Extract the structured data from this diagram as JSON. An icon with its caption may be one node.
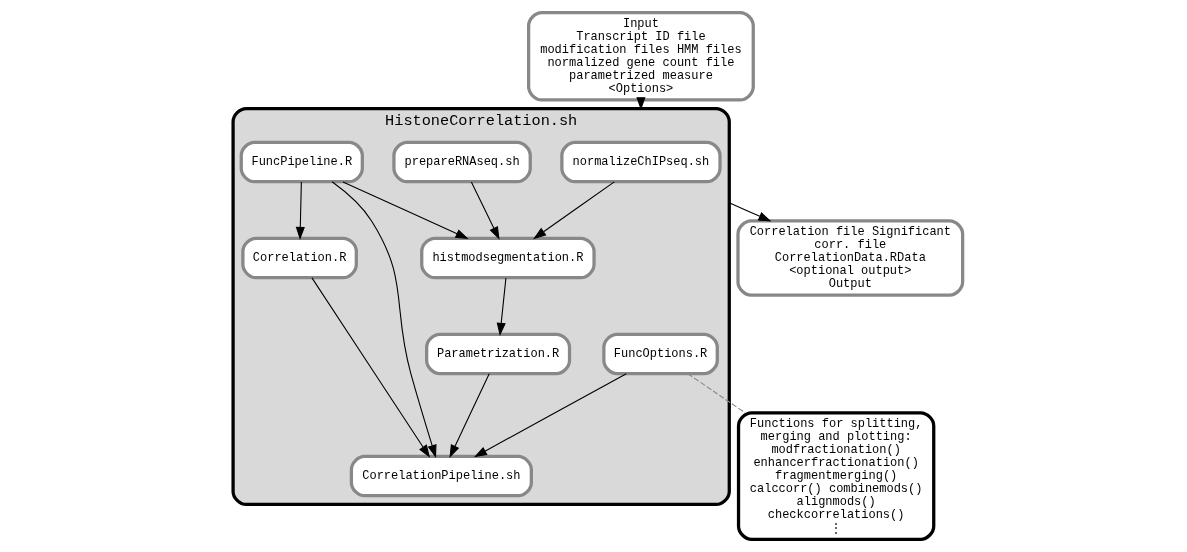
{
  "diagram": {
    "nodes": [
      {
        "text": [
          "Input",
          "Transcript ID file modification files HMM files normalized gene count file parametrized measure <Options>"
        ]
      },
      {
        "text": [
          "HistoneCorrelation.sh"
        ]
      },
      {
        "text": [
          "normalizeChIPseq.sh"
        ],
        "in": 1
      },
      {
        "text": [
          "prepareRNAseq.sh"
        ],
        "in": 1
      },
      {
        "text": [
          "histmodsegmentation.R"
        ],
        "in": 1
      },
      {
        "text": [
          "FuncPipeline.R"
        ],
        "in": 1
      },
      {
        "text": [
          "Parametrization.R"
        ],
        "in": 1
      },
      {
        "text": [
          "Correlation.R"
        ],
        "in": 1
      },
      {
        "text": [
          "FuncOptions.R"
        ],
        "in": 1
      },
      {
        "text": [
          "CorrelationPipeline.sh"
        ],
        "in": 1
      },
      {
        "text": [
          "Functions for splitting, merging and plotting:",
          "modfractionation() enhancerfractionation() fragmentmerging() calccorr() combinemods() alignmods() checkcorrelations()",
          "⋮"
        ]
      },
      {
        "text": [
          "Correlation file Significant corr. file CorrelationData.RData <optional output>",
          "Output"
        ]
      }
    ],
    "edges": [
      {
        "from": 0,
        "to": 1,
        "arrow": "to"
      },
      {
        "from": 2,
        "to": 4,
        "arrow": "to"
      },
      {
        "from": 3,
        "to": 4,
        "arrow": "to"
      },
      {
        "from": 5,
        "to": 4,
        "arrow": "to"
      },
      {
        "from": 4,
        "to": 6,
        "arrow": "to"
      },
      {
        "from": 6,
        "to": 9,
        "arrow": "to"
      },
      {
        "from": 5,
        "to": 9,
        "arrow": "to"
      },
      {
        "from": 5,
        "to": 7,
        "arrow": "to"
      },
      {
        "from": 7,
        "to": 9,
        "arrow": "to"
      },
      {
        "from": 8,
        "to": 9,
        "arrow": "to"
      },
      {
        "from": 8,
        "to": 10,
        "arrow": "none",
        "style": "dashed",
        "color": "#888888"
      },
      {
        "from": 1,
        "to": 11,
        "arrow": "to"
      }
    ]
  }
}
